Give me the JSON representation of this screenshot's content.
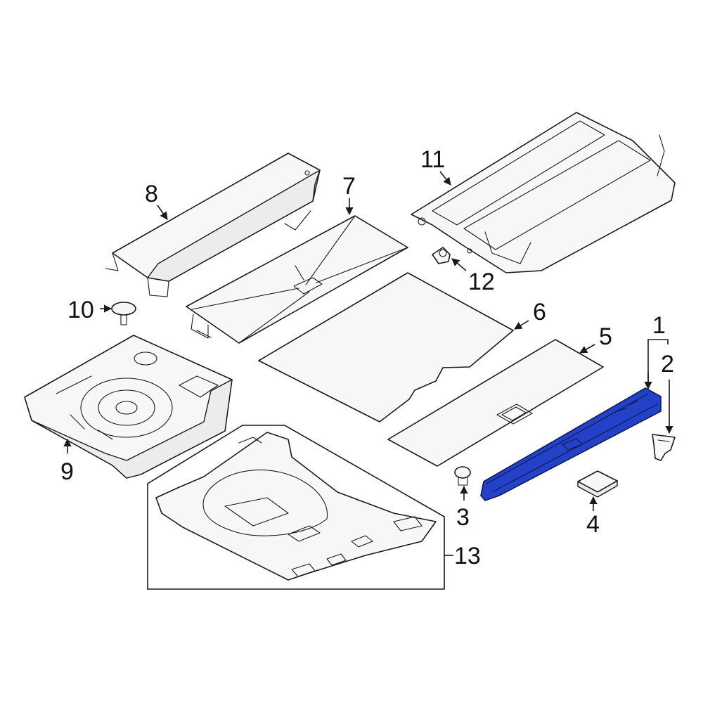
{
  "callouts": {
    "c1": "1",
    "c2": "2",
    "c3": "3",
    "c4": "4",
    "c5": "5",
    "c6": "6",
    "c7": "7",
    "c8": "8",
    "c9": "9",
    "c10": "10",
    "c11": "11",
    "c12": "12",
    "c13": "13"
  },
  "colors": {
    "highlight": "#2342c8",
    "line": "#1a1a1a",
    "background": "#ffffff"
  }
}
